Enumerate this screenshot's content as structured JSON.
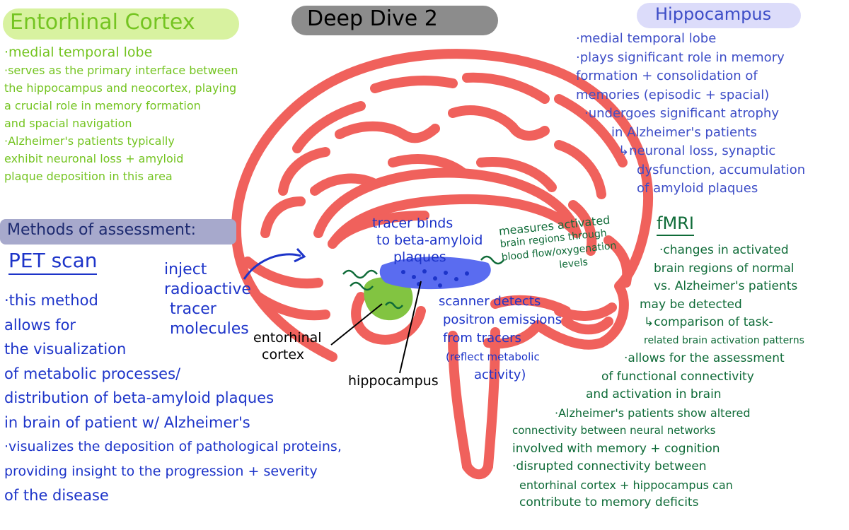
{
  "title": "Deep Dive 2",
  "colors": {
    "brain": "#f0615c",
    "green_text": "#74c421",
    "blue_text": "#1d34c9",
    "dark_green_text": "#0f6b38",
    "violet_text": "#3d4dc7",
    "black_text": "#000000",
    "ec_pill": "#d8f2a0",
    "title_pill": "#8c8c8c",
    "hippo_pill": "#dcdcfa",
    "methods_pill": "#a7a9cc",
    "ec_blob": "#82c441",
    "hippo_blob": "#5a6cf0"
  },
  "entorhinal": {
    "heading": "Entorhinal Cortex",
    "lines": [
      "·medial temporal lobe",
      "·serves as the primary interface between",
      "the hippocampus and neocortex, playing",
      "a crucial role in memory formation",
      "and spacial navigation",
      "·Alzheimer's patients typically",
      "exhibit neuronal loss + amyloid",
      "plaque deposition in this area"
    ]
  },
  "hippocampus": {
    "heading": "Hippocampus",
    "lines": [
      "·medial temporal lobe",
      "·plays significant role in memory",
      "formation + consolidation of",
      "memories (episodic + spacial)",
      "·undergoes significant atrophy",
      "in Alzheimer's patients",
      "↳neuronal loss, synaptic",
      "dysfunction, accumulation",
      "of amyloid plaques"
    ]
  },
  "methods": {
    "heading": "Methods of assessment:"
  },
  "pet": {
    "heading": "PET scan",
    "lines": [
      "·this method",
      "allows for",
      "the visualization",
      "of metabolic processes/",
      "distribution of beta-amyloid plaques",
      "in brain of patient w/ Alzheimer's",
      "·visualizes the deposition of pathological proteins,",
      "providing insight to the progression + severity",
      "of the disease"
    ]
  },
  "fmri": {
    "heading": "fMRI",
    "lines": [
      "·changes in activated",
      "brain regions of normal",
      "vs. Alzheimer's patients",
      "may be detected",
      "↳comparison of task-",
      "related brain activation patterns",
      "·allows for the assessment",
      "of functional connectivity",
      "and activation in brain",
      "·Alzheimer's patients show altered",
      "connectivity between neural networks",
      "involved with memory + cognition",
      "·disrupted connectivity between",
      "entorhinal cortex + hippocampus can",
      "contribute to memory deficits"
    ]
  },
  "annotations": {
    "inject": [
      "inject",
      "radioactive",
      "tracer",
      "molecules"
    ],
    "tracer_binds": [
      "tracer binds",
      "to beta-amyloid",
      "plaques"
    ],
    "scanner": [
      "scanner detects",
      "positron emissions",
      "from tracers",
      "(reflect metabolic",
      "activity)"
    ],
    "measures": [
      "measures activated",
      "brain regions through",
      "blood flow/oxygenation",
      "levels"
    ],
    "entorhinal_label": [
      "entorhinal",
      "cortex"
    ],
    "hippocampus_label": "hippocampus"
  }
}
